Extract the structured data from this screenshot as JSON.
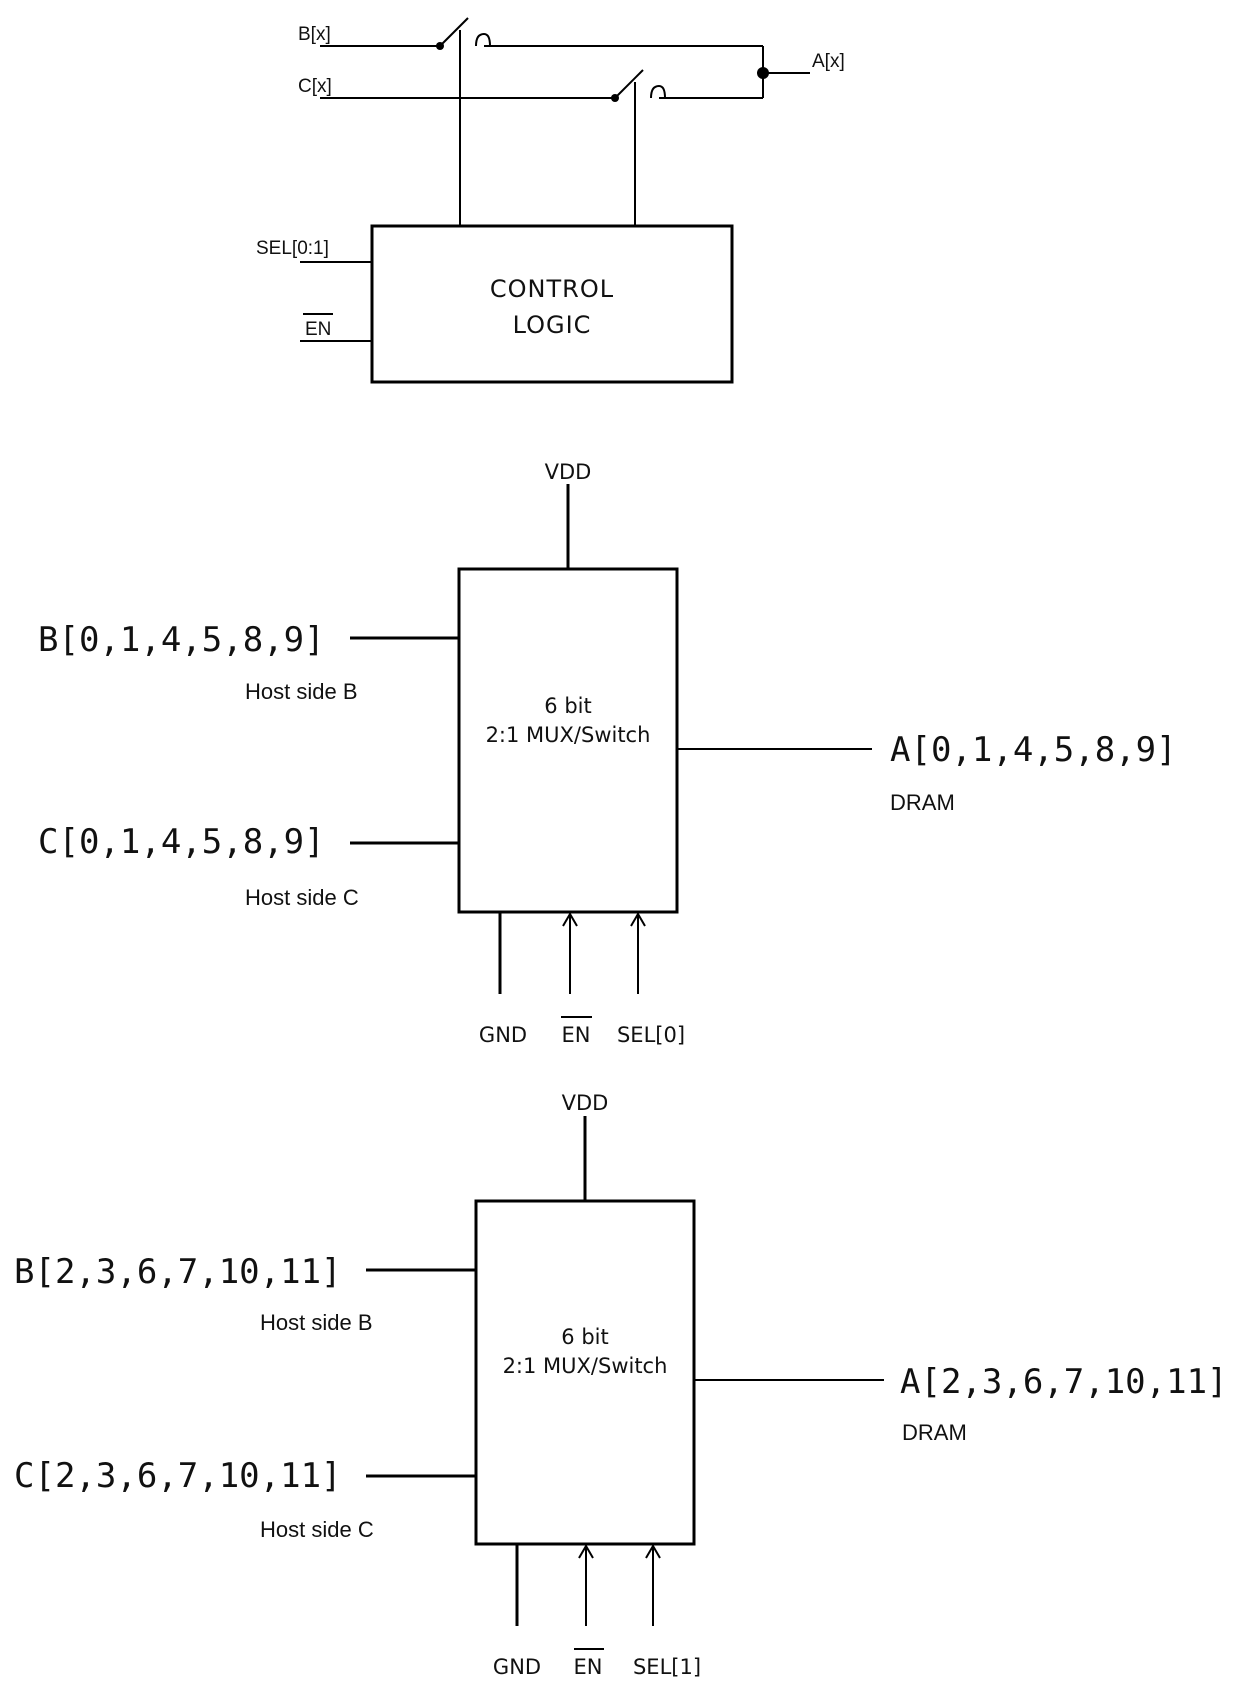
{
  "switch_diagram": {
    "b_label": "B[x]",
    "c_label": "C[x]",
    "a_label": "A[x]",
    "sel_label": "SEL[0:1]",
    "en_label": "EN",
    "control_line1": "CONTROL",
    "control_line2": "LOGIC"
  },
  "mux_top": {
    "vdd": "VDD",
    "b_bus": "B[0,1,4,5,8,9]",
    "b_side": "Host side B",
    "c_bus": "C[0,1,4,5,8,9]",
    "c_side": "Host side C",
    "block_line1": "6 bit",
    "block_line2": "2:1 MUX/Switch",
    "a_bus": "A[0,1,4,5,8,9]",
    "a_side": "DRAM",
    "gnd": "GND",
    "en": "EN",
    "sel": "SEL[0]"
  },
  "mux_bottom": {
    "vdd": "VDD",
    "b_bus": "B[2,3,6,7,10,11]",
    "b_side": "Host side B",
    "c_bus": "C[2,3,6,7,10,11]",
    "c_side": "Host side C",
    "block_line1": "6 bit",
    "block_line2": "2:1 MUX/Switch",
    "a_bus": "A[2,3,6,7,10,11]",
    "a_side": "DRAM",
    "gnd": "GND",
    "en": "EN",
    "sel": "SEL[1]"
  }
}
